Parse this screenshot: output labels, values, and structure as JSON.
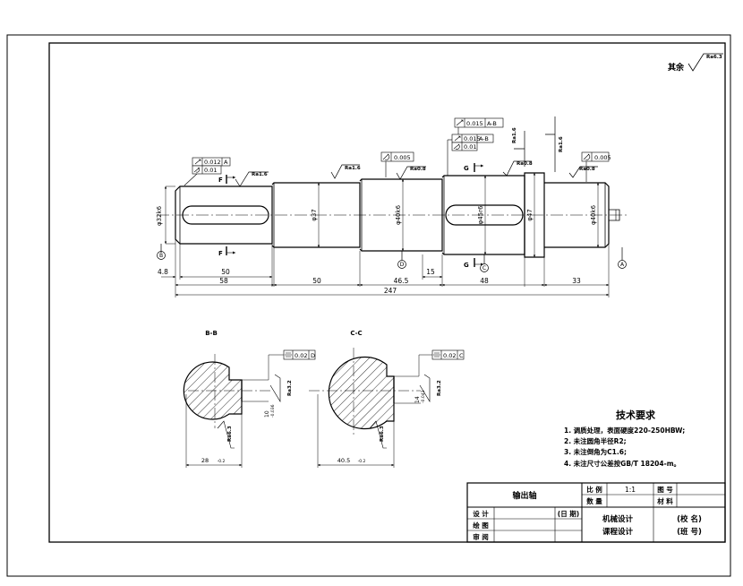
{
  "roughness": {
    "general_label": "其余",
    "general_value": "Ra6.3",
    "shaft_left": "Ra1.6",
    "shaft_step1": "Ra1.6",
    "shaft_mid": "Ra0.8",
    "shaft_right_top": "Ra0.8",
    "shaft_right_vert": "Ra1.6",
    "key_g_vert": "Ra1.6",
    "key_g_top": "Ra0.8",
    "section_b_side": "Ra3.2",
    "section_b_bottom": "Ra6.3",
    "section_c_side": "Ra3.2",
    "section_c_bottom": "Ra6.3"
  },
  "tolerances": {
    "left_runout_value": "0.012",
    "left_runout_datum": "A",
    "left_cyl_value": "0.01",
    "mid_cyl_value": "0.005",
    "key_runout_value": "0.015",
    "key_runout_datum": "A-B",
    "key2_runout_value": "0.015",
    "key2_runout_datum": "A-B",
    "key2_cyl_value": "0.01",
    "right_cyl_value": "0.005",
    "sec_b_sym_value": "0.02",
    "sec_b_sym_datum": "D",
    "sec_c_sym_value": "0.02",
    "sec_c_sym_datum": "C"
  },
  "section_marks": {
    "f_top": "F",
    "f_bottom": "F",
    "g_top": "G",
    "g_bottom": "G",
    "section_b_title": "B-B",
    "section_c_title": "C-C"
  },
  "datums": {
    "left": "B",
    "mid": "D",
    "mid2": "C",
    "right": "A"
  },
  "diameters": {
    "d1": "φ32k6",
    "d2": "φ37",
    "d3": "φ40k6",
    "d4": "φ45r6",
    "d5": "φ47",
    "d6": "φ40k6"
  },
  "dimensions": {
    "chamfer_left": "4.8",
    "len_key1": "50",
    "len_seg1": "58",
    "len_seg2": "50",
    "len_seg3": "46.5",
    "len_gap": "15",
    "len_seg4": "48",
    "len_seg5": "33",
    "overall": "247",
    "sec_b_depth": "10",
    "sec_b_depth_tol": "-0.036",
    "sec_b_width": "28",
    "sec_b_width_tol": "-0.2",
    "sec_c_depth": "14",
    "sec_c_depth_tol": "-0.043",
    "sec_c_width": "40.5",
    "sec_c_width_tol": "-0.2"
  },
  "requirements": {
    "title": "技术要求",
    "items": [
      "1. 调质处理，表面硬度220-250HBW;",
      "2. 未注圆角半径R2;",
      "3. 未注倒角为C1.6;",
      "4. 未注尺寸公差按GB/T 18204-m。"
    ]
  },
  "title_block": {
    "part_name": "输出轴",
    "scale_label": "比 例",
    "scale_value": "1:1",
    "drawing_no_label": "图 号",
    "qty_label": "数 量",
    "material_label": "材 料",
    "designer_label": "设 计",
    "date_label": "(日 期)",
    "drawer_label": "绘 图",
    "reviewer_label": "审 阅",
    "course_label": "机械设计",
    "project_label": "课程设计",
    "school_label": "(校 名)",
    "class_label": "(班 号)"
  }
}
